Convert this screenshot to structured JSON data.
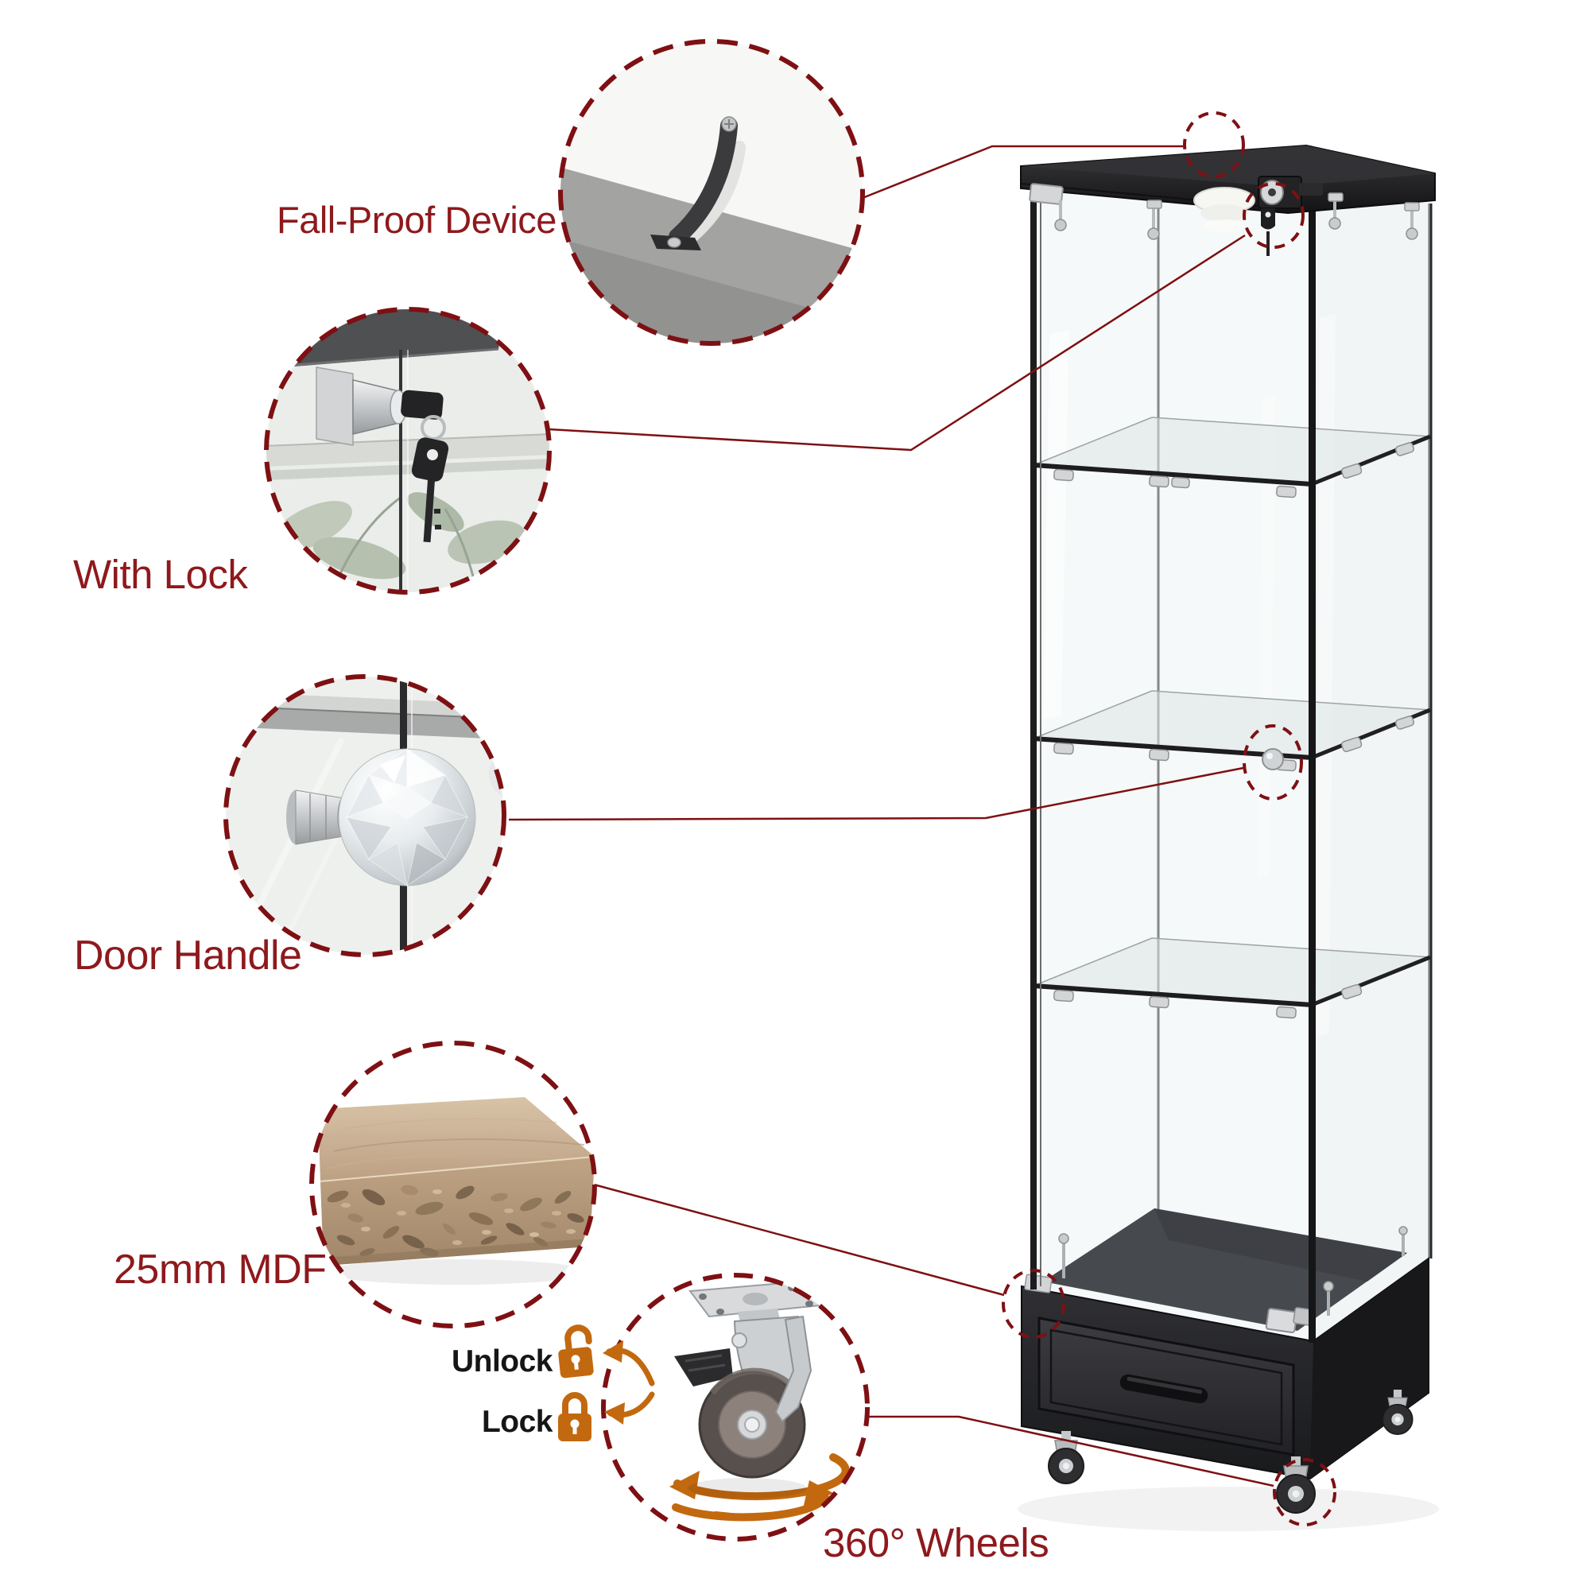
{
  "page": {
    "background": "#ffffff",
    "illustration_alt": "Tall glass display cabinet with black top, three glass shelves, top lock with key, black drawer base on casters; five dashed callout circles magnify features"
  },
  "colors": {
    "callout_red_text": "#8e191c",
    "callout_red_line": "#7e1013",
    "accent_orange": "#c2690f",
    "legend_text_dark": "#161616",
    "cabinet_black": "#1b1b1d"
  },
  "callouts": [
    {
      "id": "fall-proof-device",
      "label": "Fall-Proof Device"
    },
    {
      "id": "with-lock",
      "label": "With Lock"
    },
    {
      "id": "door-handle",
      "label": "Door Handle"
    },
    {
      "id": "mdf-board",
      "label": "25mm MDF"
    },
    {
      "id": "wheels",
      "label": "360° Wheels"
    }
  ],
  "wheel_legend": {
    "unlock": "Unlock",
    "lock": "Lock"
  },
  "icons": [
    "open-padlock-icon",
    "closed-padlock-icon",
    "swoosh-arrows-icon",
    "rotation-arrows-icon",
    "anti-tip-strap-photo",
    "lock-and-key-photo",
    "crystal-knob-photo",
    "mdf-cross-section-photo",
    "caster-wheel-photo"
  ]
}
